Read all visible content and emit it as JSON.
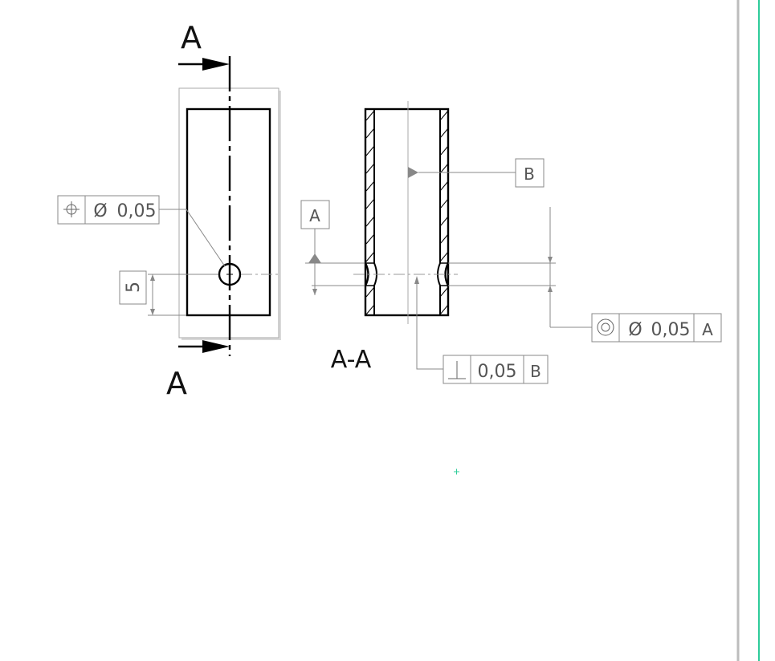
{
  "section": {
    "letter_top": "A",
    "letter_bottom": "A",
    "view_label": "A-A"
  },
  "dimensions": {
    "hole_offset": "5"
  },
  "tolerances": {
    "position": {
      "symbol": "position-icon",
      "diameter_symbol": "Ø",
      "value": "0,05"
    },
    "perpendicularity": {
      "symbol": "perpendicularity-icon",
      "value": "0,05",
      "datum": "B"
    },
    "concentricity": {
      "symbol": "concentricity-icon",
      "diameter_symbol": "Ø",
      "value": "0,05",
      "datum": "A"
    }
  },
  "datums": {
    "a": "A",
    "b": "B"
  },
  "colors": {
    "line": "#000000",
    "annotation": "#888888",
    "sheet_border": "#bdbdbd",
    "accent": "#2ecc9a"
  }
}
